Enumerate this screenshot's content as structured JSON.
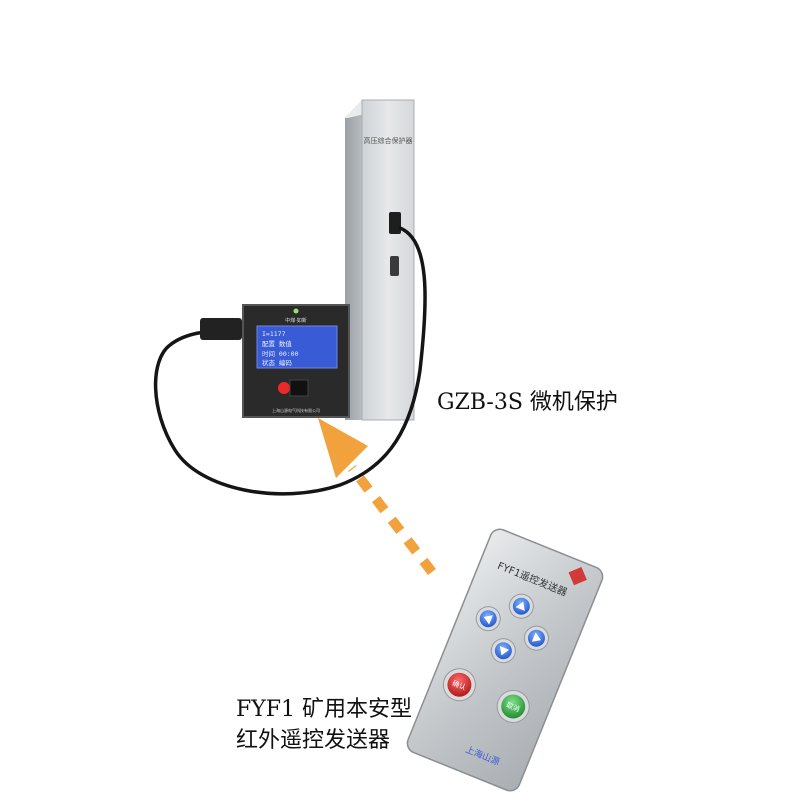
{
  "labels": {
    "protector": "GZB-3S 微机保护",
    "remote_line1": "FYF1 矿用本安型",
    "remote_line2": "红外遥控发送器"
  },
  "tower": {
    "nameplate": "高压综合保护器"
  },
  "display_unit": {
    "header": "中煤·如新",
    "screen_lines": [
      "I=1177",
      "配置 数值",
      "时间 00:00",
      "状态 编码"
    ],
    "footer": "上海山源电气科技有限公司"
  },
  "remote": {
    "title": "FYF1遥控发送器",
    "confirm_label": "确认",
    "cancel_label": "取消",
    "brand": "上海山源",
    "arrow_icons": [
      "up-arrow-icon",
      "right-arrow-icon",
      "left-arrow-icon",
      "down-arrow-icon"
    ]
  },
  "colors": {
    "signal_arrow": "#f2a23c",
    "screen_blue": "#3a5bd6",
    "panel_dark": "#2a2a2a",
    "confirm_red": "#c8202a",
    "cancel_green": "#2f9b3c",
    "logo_red": "#d23a3a"
  }
}
